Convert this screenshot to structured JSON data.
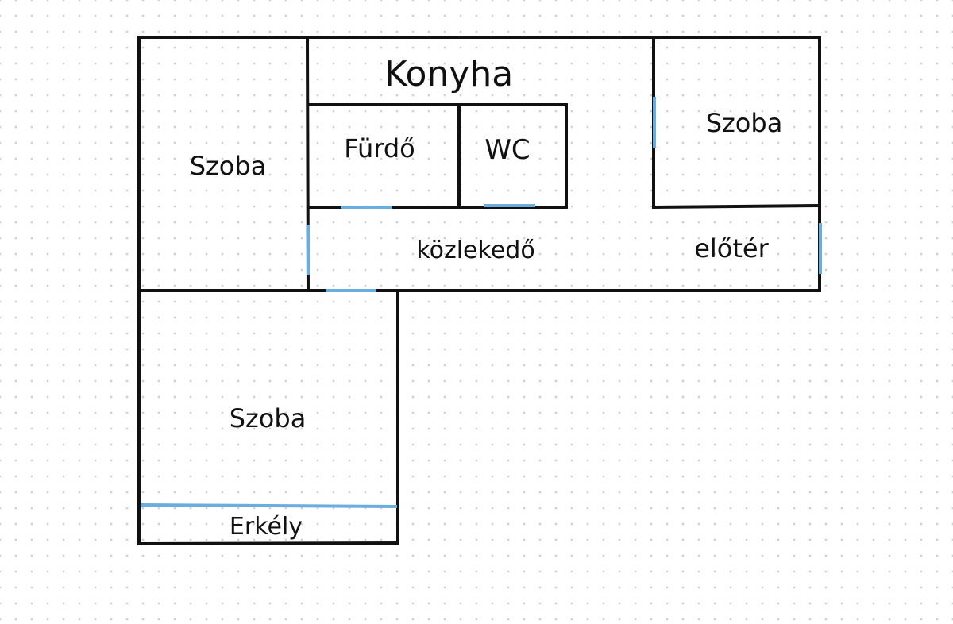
{
  "plan": {
    "wall_color": "#111111",
    "door_color": "#6aaee0",
    "rooms": {
      "konyha": "Konyha",
      "szoba_left": "Szoba",
      "furdo": "Fürdő",
      "wc": "WC",
      "szoba_right": "Szoba",
      "kozlekedo": "közlekedő",
      "eloter": "előtér",
      "szoba_bottom": "Szoba",
      "erkely": "Erkély"
    }
  }
}
